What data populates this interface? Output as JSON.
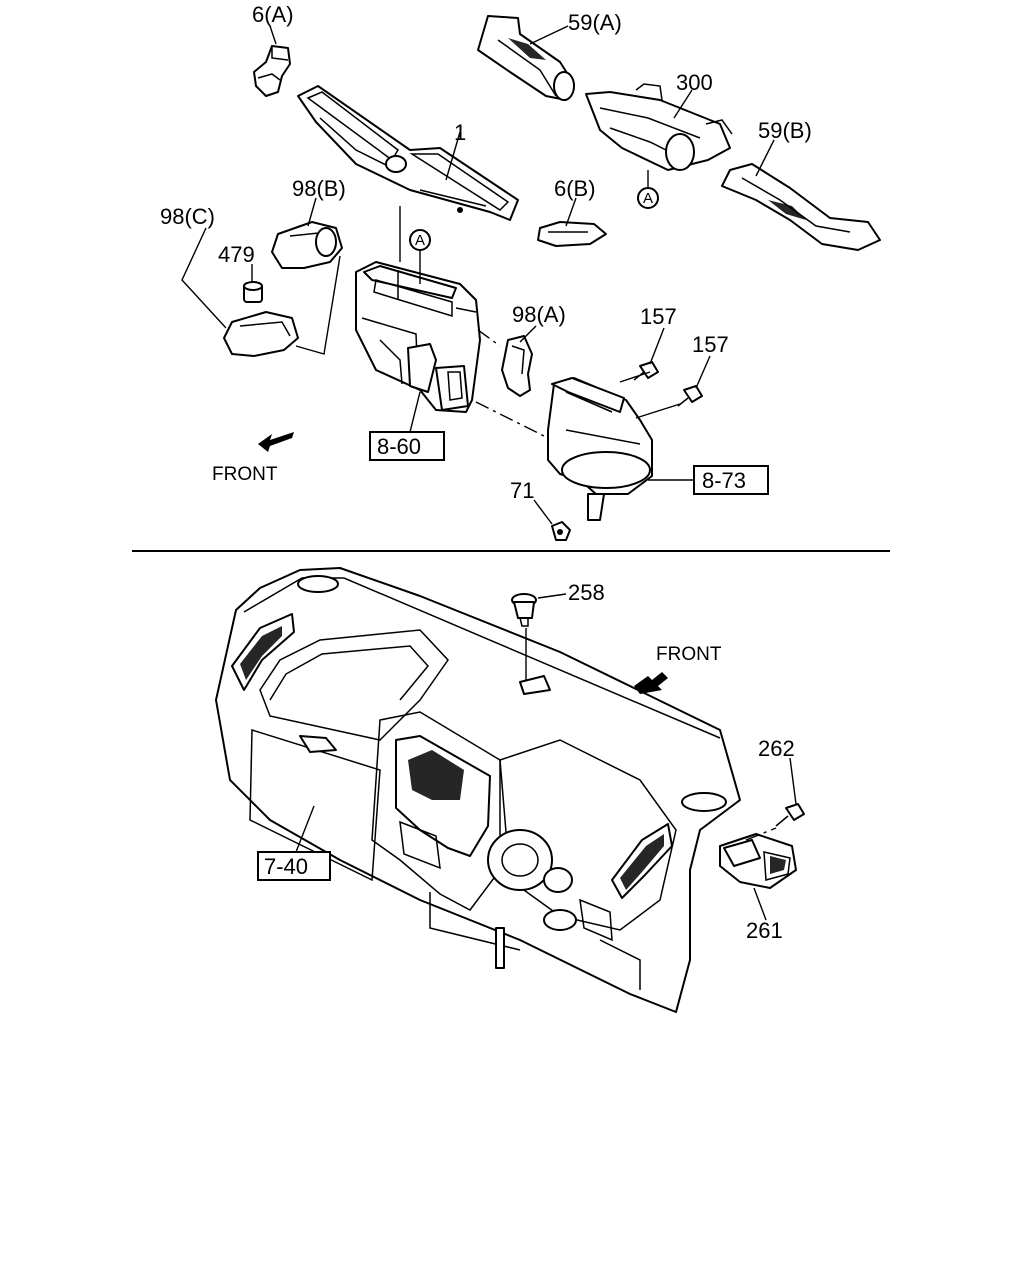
{
  "upper_section": {
    "callouts": {
      "p6a": "6(A)",
      "p59a": "59(A)",
      "p300": "300",
      "p59b": "59(B)",
      "p1": "1",
      "p6b": "6(B)",
      "p98b": "98(B)",
      "p98c": "98(C)",
      "p479": "479",
      "p98a": "98(A)",
      "p157a": "157",
      "p157b": "157",
      "p71": "71"
    },
    "circle_ref_1": "A",
    "circle_ref_2": "A",
    "ref_boxes": {
      "r860": "8-60",
      "r873": "8-73"
    },
    "front_label": "FRONT"
  },
  "lower_section": {
    "callouts": {
      "p258": "258",
      "p262": "262",
      "p261": "261"
    },
    "ref_boxes": {
      "r740": "7-40"
    },
    "front_label": "FRONT"
  }
}
